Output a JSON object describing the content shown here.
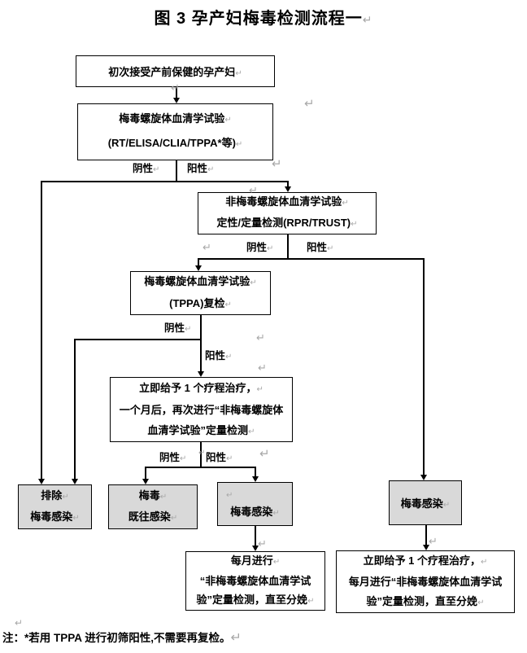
{
  "title": "图 3  孕产妇梅毒检测流程一",
  "pilcrow": "↵",
  "labels": {
    "negative": "阴性",
    "positive": "阳性"
  },
  "nodes": {
    "start": {
      "lines": [
        "初次接受产前保健的孕产妇"
      ]
    },
    "treponemal_test": {
      "lines": [
        "梅毒螺旋体血清学试验",
        "(RT/ELISA/CLIA/TPPA*等)"
      ]
    },
    "nontreponemal_test": {
      "lines": [
        "非梅毒螺旋体血清学试验",
        "定性/定量检测(RPR/TRUST)"
      ]
    },
    "tppa_recheck": {
      "lines": [
        "梅毒螺旋体血清学试验",
        "(TPPA)复检"
      ]
    },
    "treat_retest": {
      "lines": [
        "立即给予 1 个疗程治疗，",
        "一个月后，再次进行“非梅毒螺旋体",
        "血清学试验”定量检测"
      ]
    },
    "exclude_infection": {
      "lines": [
        "排除",
        "梅毒感染"
      ]
    },
    "past_infection": {
      "lines": [
        "梅毒",
        "既往感染"
      ]
    },
    "infection_mid": {
      "lines": [
        "梅毒感染"
      ]
    },
    "infection_right": {
      "lines": [
        "梅毒感染"
      ]
    },
    "monthly_test": {
      "lines": [
        "每月进行",
        "“非梅毒螺旋体血清学试",
        "验”定量检测，直至分娩"
      ]
    },
    "treat_monthly": {
      "lines": [
        "立即给予 1 个疗程治疗，",
        "每月进行“非梅毒螺旋体血清学试",
        "验”定量检测，直至分娩"
      ]
    }
  },
  "edges": [
    {
      "from": "start",
      "to": "treponemal_test",
      "label": ""
    },
    {
      "from": "treponemal_test",
      "to": "exclude_infection",
      "label": "阴性"
    },
    {
      "from": "treponemal_test",
      "to": "nontreponemal_test",
      "label": "阳性"
    },
    {
      "from": "nontreponemal_test",
      "to": "tppa_recheck",
      "label": "阴性"
    },
    {
      "from": "nontreponemal_test",
      "to": "infection_right",
      "label": "阳性"
    },
    {
      "from": "tppa_recheck",
      "to": "exclude_infection",
      "label": "阴性"
    },
    {
      "from": "tppa_recheck",
      "to": "treat_retest",
      "label": "阳性"
    },
    {
      "from": "treat_retest",
      "to": "past_infection",
      "label": "阴性"
    },
    {
      "from": "treat_retest",
      "to": "infection_mid",
      "label": "阳性"
    },
    {
      "from": "infection_mid",
      "to": "monthly_test",
      "label": ""
    },
    {
      "from": "infection_right",
      "to": "treat_monthly",
      "label": ""
    }
  ],
  "note": "注：*若用 TPPA 进行初筛阳性,不需要再复检。",
  "colors": {
    "line": "#000000",
    "shaded_fill": "#d9d9d9",
    "mark": "#a8a8a8"
  }
}
